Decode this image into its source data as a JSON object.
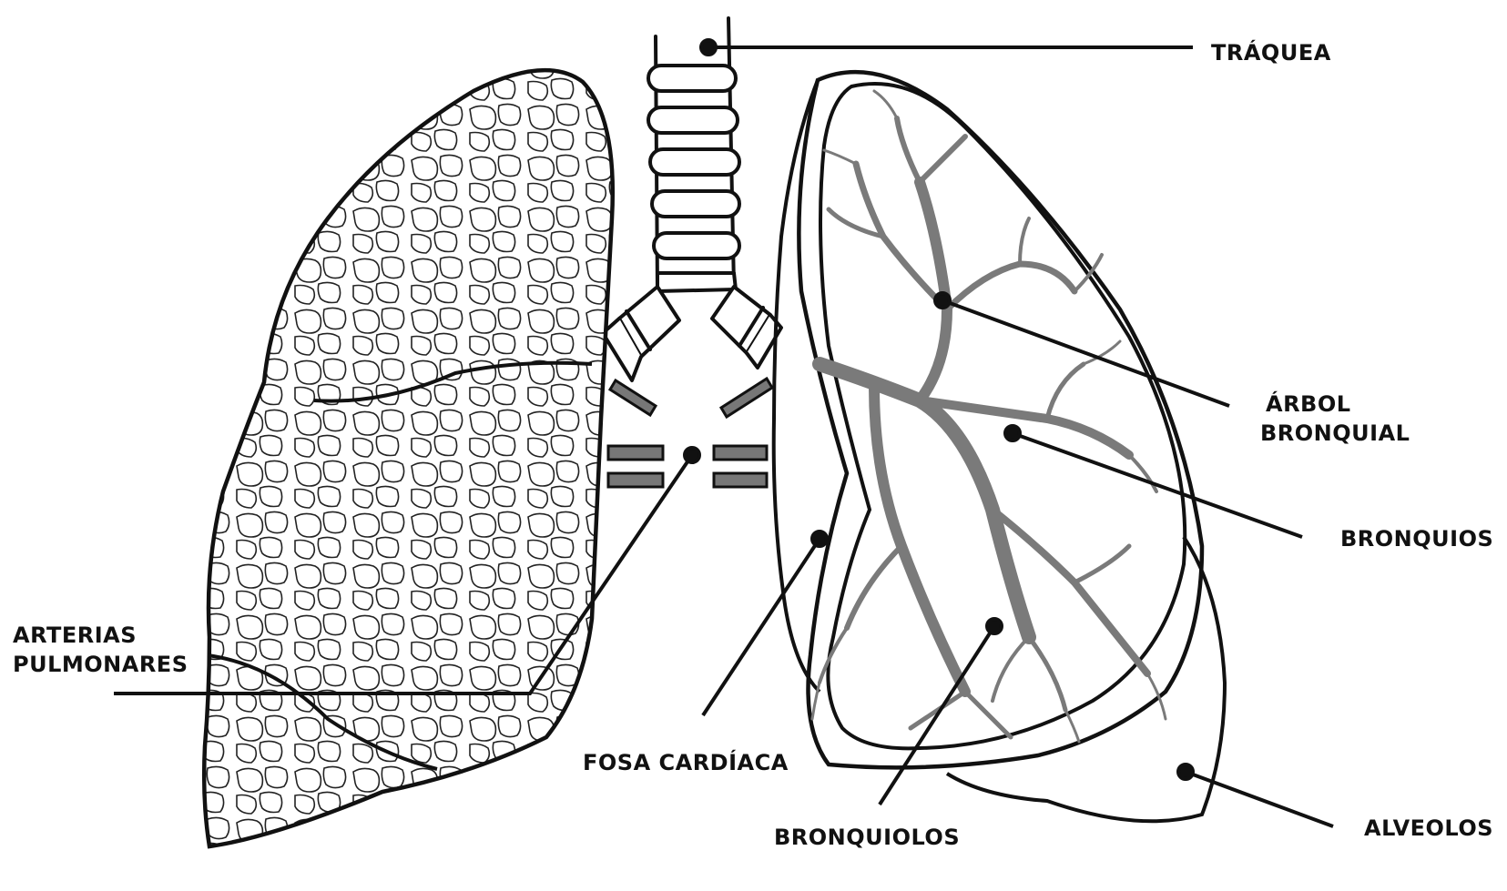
{
  "labels": {
    "traquea": "TRÁQUEA",
    "arbol_line1": "ÁRBOL",
    "arbol_line2": "BRONQUIAL",
    "bronquios": "BRONQUIOS",
    "arterias_line1": "ARTERIAS",
    "arterias_line2": "PULMONARES",
    "fosa": "FOSA CARDÍACA",
    "bronquiolos": "BRONQUIOLOS",
    "alveolos": "ALVEOLOS"
  },
  "colors": {
    "outline": "#111111",
    "bronchial_tree": "#7a7a7a",
    "vessels": "#6e6e6e",
    "background": "#ffffff"
  }
}
